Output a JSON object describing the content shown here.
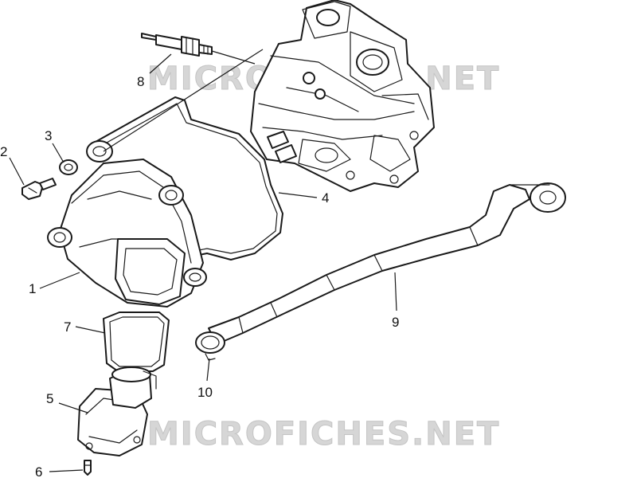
{
  "diagram": {
    "watermarks": [
      "MICROFICHES.NET",
      "MICROFICHES.NET"
    ],
    "callouts": [
      "1",
      "2",
      "3",
      "4",
      "5",
      "6",
      "7",
      "8",
      "9",
      "10"
    ]
  },
  "colors": {
    "line": "#1a1a1a",
    "watermark": "#d6d6d6",
    "background": "#ffffff"
  }
}
